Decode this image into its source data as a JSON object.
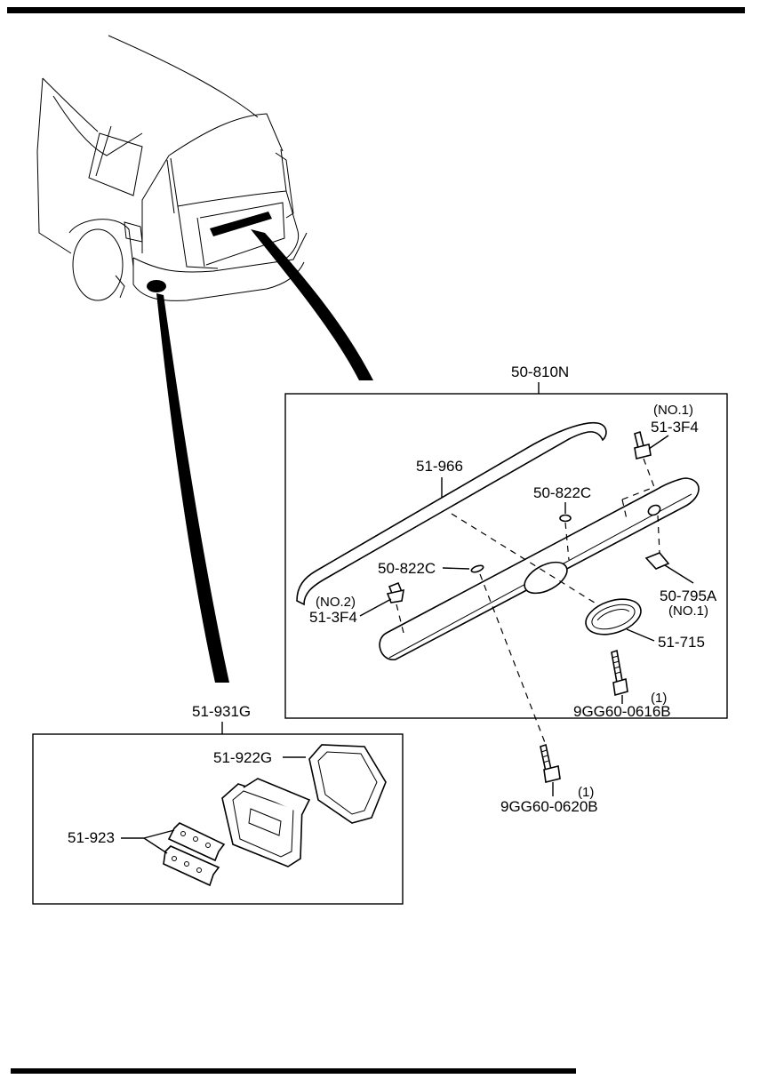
{
  "labels": {
    "assembly_main": "50-810N",
    "strip": "51-966",
    "clip_no1_note": "(NO.1)",
    "clip_no1": "51-3F4",
    "pad_upper": "50-822C",
    "pad_lower": "50-822C",
    "clip_no2_note": "(NO.2)",
    "clip_no2": "51-3F4",
    "nut_no1": "50-795A",
    "nut_no1_note": "(NO.1)",
    "emblem": "51-715",
    "screw1_qty": "(1)",
    "screw1": "9GG60-0616B",
    "screw2_qty": "(1)",
    "screw2": "9GG60-0620B",
    "lamp_assembly": "51-931G",
    "lamp_gasket": "51-922G",
    "lamp_lens": "51-923"
  },
  "icons": [
    "vehicle-rear-view",
    "garnish-molding",
    "emblem-badge",
    "screw",
    "clip",
    "license-lamp",
    "gasket"
  ]
}
